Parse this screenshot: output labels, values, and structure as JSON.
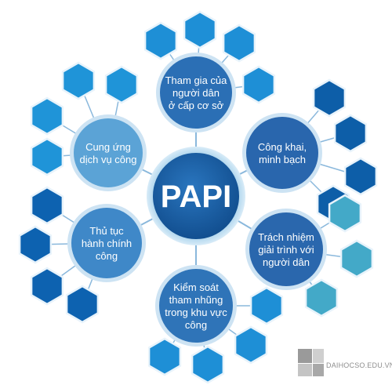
{
  "center": {
    "label": "PAPI"
  },
  "nodes": [
    {
      "id": "participation",
      "lines": [
        "Tham gia của",
        "người dân",
        "ở cấp cơ sở"
      ],
      "fill": "#2b6fb5",
      "leaf_fill": "#1e8fd6"
    },
    {
      "id": "transparency",
      "lines": [
        "Công khai,",
        "minh bạch"
      ],
      "fill": "#2966ad",
      "leaf_fill": "#0d5ea8"
    },
    {
      "id": "accountability",
      "lines": [
        "Trách nhiệm",
        "giải trình với",
        "người dân"
      ],
      "fill": "#2a67ad",
      "leaf_fill": "#43a9c8"
    },
    {
      "id": "corruption-control",
      "lines": [
        "Kiểm soát",
        "tham nhũng",
        "trong khu vực",
        "công"
      ],
      "fill": "#2f74b8",
      "leaf_fill": "#1e8fd6"
    },
    {
      "id": "admin-procedures",
      "lines": [
        "Thủ tục",
        "hành chính",
        "công"
      ],
      "fill": "#3f88c8",
      "leaf_fill": "#0d62b0"
    },
    {
      "id": "public-services",
      "lines": [
        "Cung ứng",
        "dịch vụ công"
      ],
      "fill": "#5ba3d6",
      "leaf_fill": "#1f94d8"
    }
  ],
  "colors": {
    "center_ring": "#d9ecf8",
    "center_fill": "#1a5aa0",
    "connector": "#8ab8dc",
    "leaf_stroke": "#e8f3fb"
  },
  "watermark": {
    "text": "DAIHOCSO.EDU.VN"
  }
}
